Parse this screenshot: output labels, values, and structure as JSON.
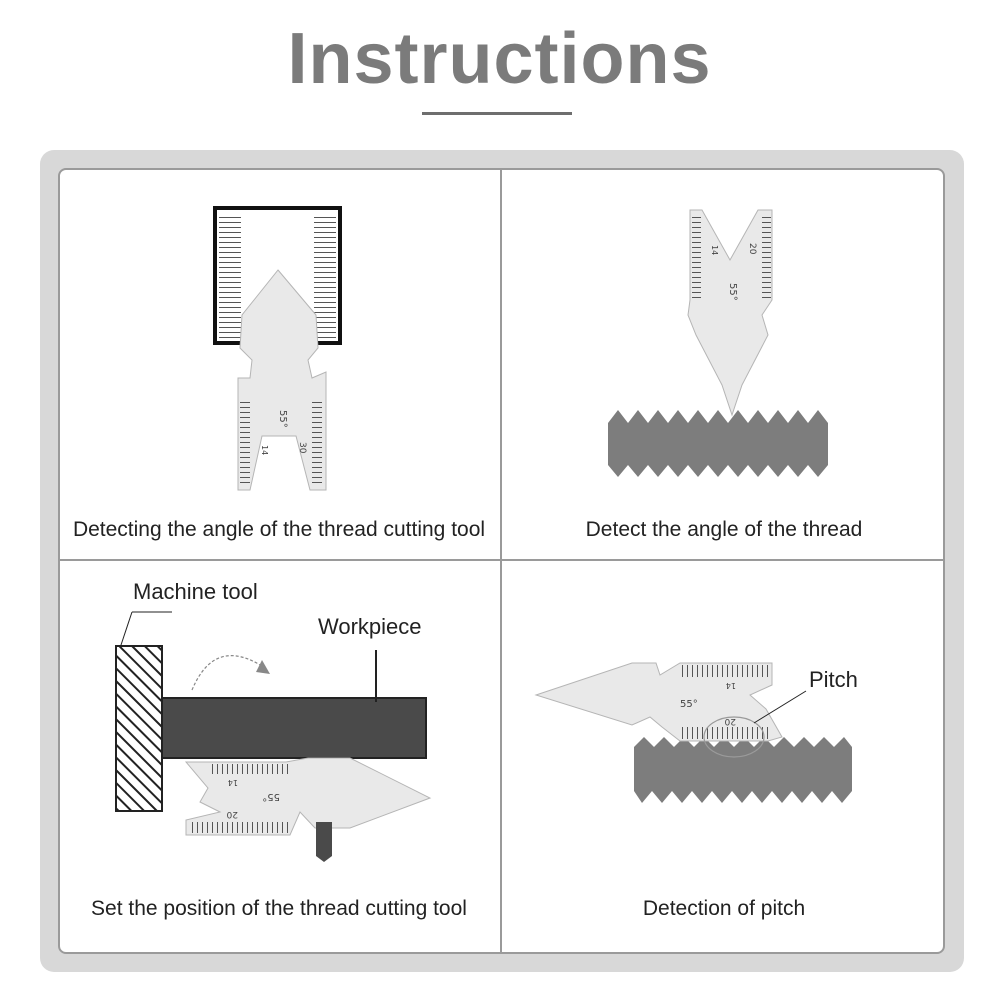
{
  "title": "Instructions",
  "panels": [
    {
      "caption": "Detecting the angle of the thread cutting tool"
    },
    {
      "caption": "Detect the angle of the thread"
    },
    {
      "caption": "Set the position of the thread cutting tool"
    },
    {
      "caption": "Detection of pitch"
    }
  ],
  "labels": {
    "machine_tool": "Machine tool",
    "workpiece": "Workpiece",
    "pitch": "Pitch"
  },
  "gauge_marks": {
    "angle": "55°",
    "n14": "14",
    "n20": "20",
    "n30": "30"
  },
  "colors": {
    "title": "#7b7b7b",
    "frame": "#d8d8d8",
    "thread": "#7d7d7d",
    "workpiece": "#4a4a4a",
    "gauge": "#e9e9e9"
  }
}
